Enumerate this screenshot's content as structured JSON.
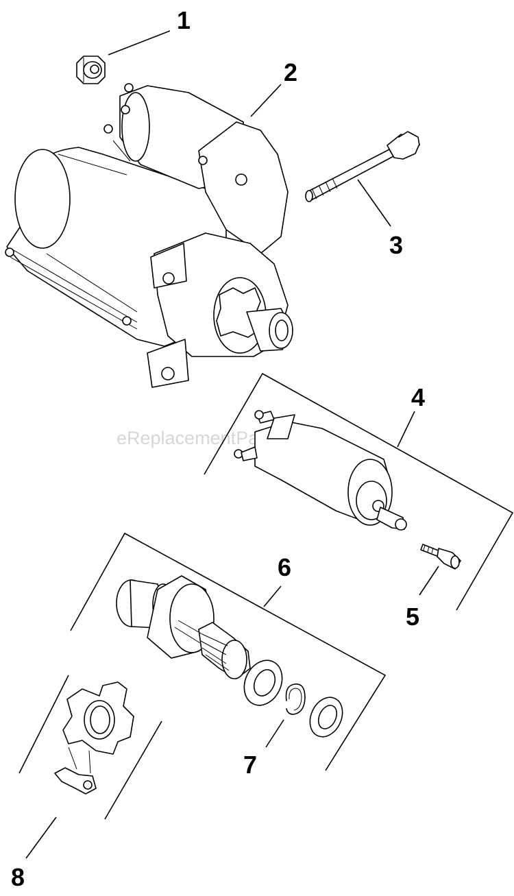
{
  "watermark": "eReplacementParts.com",
  "callouts": [
    "1",
    "2",
    "3",
    "4",
    "5",
    "6",
    "7",
    "8"
  ],
  "parts": [
    {
      "callout": "1",
      "icon": "flange-nut"
    },
    {
      "callout": "2",
      "icon": "starter-motor"
    },
    {
      "callout": "3",
      "icon": "through-bolt"
    },
    {
      "callout": "4",
      "icon": "solenoid"
    },
    {
      "callout": "5",
      "icon": "screw"
    },
    {
      "callout": "6",
      "icon": "pinion-drive-kit"
    },
    {
      "callout": "7",
      "icon": "retaining-ring"
    },
    {
      "callout": "8",
      "icon": "pinion-cover"
    }
  ]
}
